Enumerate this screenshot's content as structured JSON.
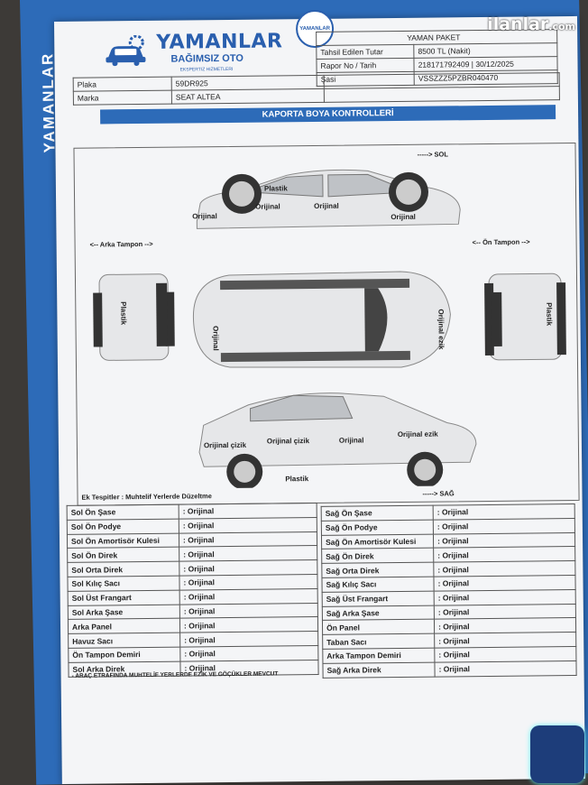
{
  "watermark": {
    "name": "ilanlar",
    "suffix": ".com"
  },
  "side_brand": "YAMANLAR",
  "logo": {
    "name": "YAMANLAR",
    "sub": "BAĞIMSIZ OTO",
    "tagline": "EKSPERTIZ HIZMETLERI"
  },
  "seal": "YAMANLAR",
  "header": {
    "paket": "YAMAN PAKET",
    "rows": [
      {
        "label": "Tahsil Edilen Tutar",
        "value": "8500 TL (Nakit)"
      },
      {
        "label": "Rapor No / Tarih",
        "value": "218171792409 | 30/12/2025"
      },
      {
        "label": "Şasi",
        "value": "VSSZZZ5PZBR040470"
      }
    ],
    "left_rows": [
      {
        "label": "Plaka",
        "value": "59DR925"
      },
      {
        "label": "Marka",
        "value": "SEAT ALTEA"
      }
    ]
  },
  "section_title": "KAPORTA BOYA KONTROLLERİ",
  "diagram": {
    "dir_sol": "-----> SOL",
    "dir_sag": "-----> SAĞ",
    "dir_arka": "<-- Arka Tampon -->",
    "dir_on": "<-- Ön Tampon -->",
    "labels": [
      "Plastik",
      "Orijinal",
      "Orijinal",
      "Orijinal",
      "Orijinal",
      "Plastik",
      "Orijinal",
      "Orijinal ezik",
      "Plastik",
      "Orijinal çizik",
      "Orijinal çizik",
      "Orijinal",
      "Orijinal ezik",
      "Plastik"
    ],
    "note": "Ek Tespitler : Muhtelif Yerlerde Düzeltme"
  },
  "left_parts": [
    {
      "name": "Sol Ön Şase",
      "value": ": Orijinal"
    },
    {
      "name": "Sol Ön Podye",
      "value": ": Orijinal"
    },
    {
      "name": "Sol Ön Amortisör Kulesi",
      "value": ": Orijinal"
    },
    {
      "name": "Sol Ön Direk",
      "value": ": Orijinal"
    },
    {
      "name": "Sol Orta Direk",
      "value": ": Orijinal"
    },
    {
      "name": "Sol Kılıç Sacı",
      "value": ": Orijinal"
    },
    {
      "name": "Sol Üst Frangart",
      "value": ": Orijinal"
    },
    {
      "name": "Sol Arka Şase",
      "value": ": Orijinal"
    },
    {
      "name": "Arka Panel",
      "value": ": Orijinal"
    },
    {
      "name": "Havuz Sacı",
      "value": ": Orijinal"
    },
    {
      "name": "Ön Tampon Demiri",
      "value": ": Orijinal"
    },
    {
      "name": "Sol Arka Direk",
      "value": ": Orijinal"
    }
  ],
  "right_parts": [
    {
      "name": "Sağ Ön Şase",
      "value": ": Orijinal"
    },
    {
      "name": "Sağ Ön Podye",
      "value": ": Orijinal"
    },
    {
      "name": "Sağ Ön Amortisör Kulesi",
      "value": ": Orijinal"
    },
    {
      "name": "Sağ Ön Direk",
      "value": ": Orijinal"
    },
    {
      "name": "Sağ Orta Direk",
      "value": ": Orijinal"
    },
    {
      "name": "Sağ Kılıç Sacı",
      "value": ": Orijinal"
    },
    {
      "name": "Sağ Üst Frangart",
      "value": ": Orijinal"
    },
    {
      "name": "Sağ Arka Şase",
      "value": ": Orijinal"
    },
    {
      "name": "Ön Panel",
      "value": ": Orijinal"
    },
    {
      "name": "Taban Sacı",
      "value": ": Orijinal"
    },
    {
      "name": "Arka Tampon Demiri",
      "value": ": Orijinal"
    },
    {
      "name": "Sağ Arka Direk",
      "value": ": Orijinal"
    }
  ],
  "bottom_note": "- ARAÇ ETRAFINDA MUHTELİF YERLERDE EZİK VE GÖÇÜKLER MEVCUT",
  "colors": {
    "brand": "#2a5fae",
    "strip": "#2d6bb8"
  }
}
